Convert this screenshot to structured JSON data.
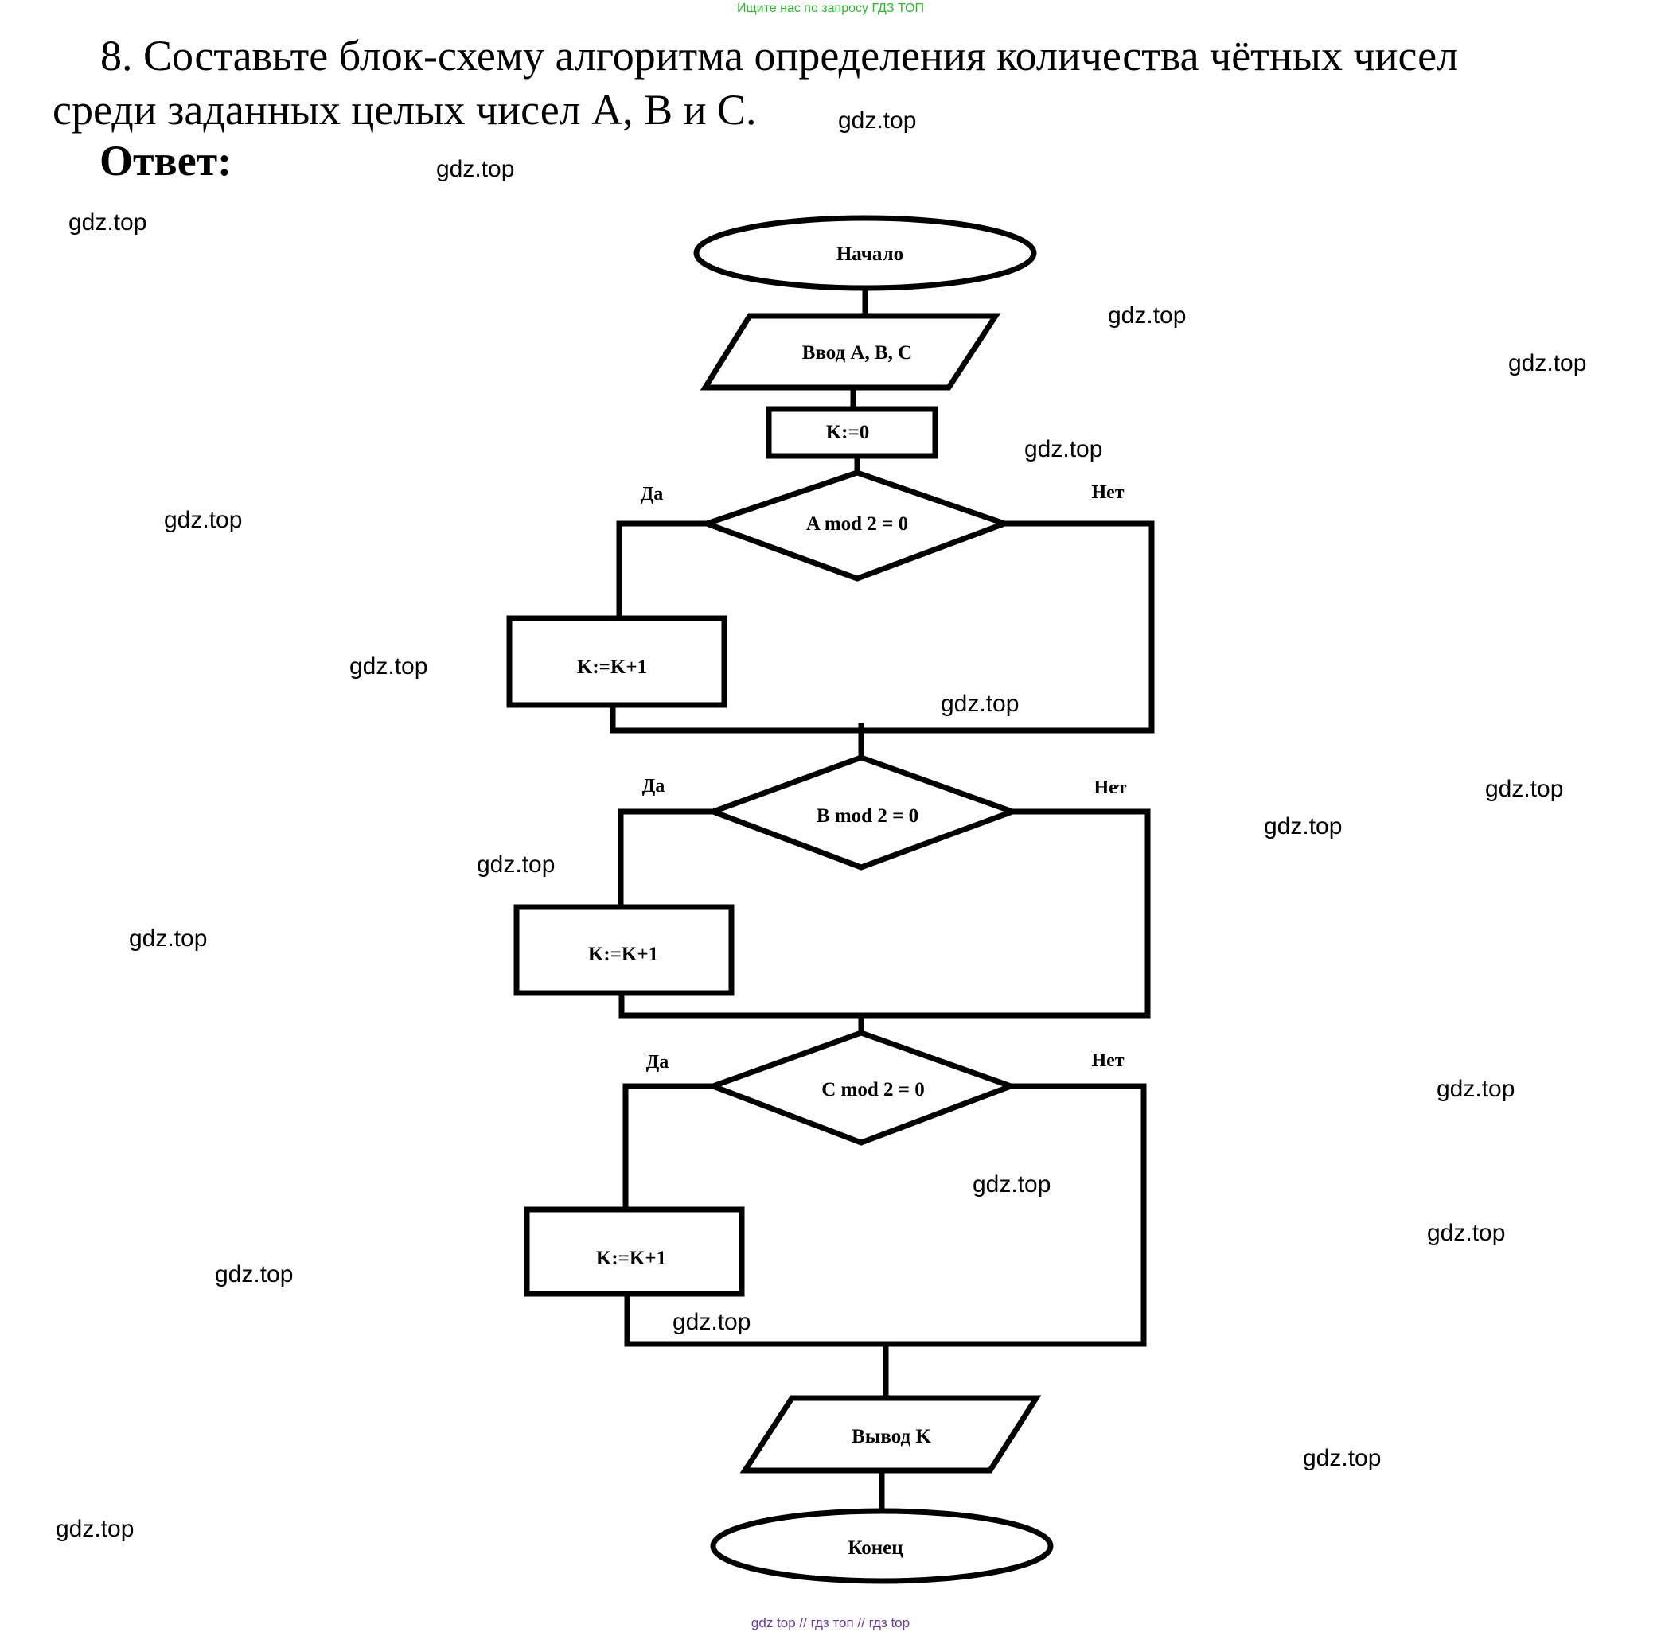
{
  "header": {
    "search_hint": "Ищите нас по запросу ГДЗ ТОП"
  },
  "task": {
    "line1": "8.   Составьте блок-схему алгоритма определения количества чётных чисел",
    "line2": "среди заданных целых чисел A, B и C."
  },
  "answer_label": "Ответ:",
  "watermark": "gdz.top",
  "flowchart": {
    "start": "Начало",
    "input": "Ввод A, B, C",
    "init": "K:=0",
    "cond_a": "A mod 2 = 0",
    "cond_b": "B mod 2 = 0",
    "cond_c": "C mod 2 = 0",
    "inc_a": "K:=K+1",
    "inc_b": "K:=K+1",
    "inc_c": "K:=K+1",
    "yes": "Да",
    "no": "Нет",
    "output": "Вывод K",
    "end": "Конец"
  },
  "footer": {
    "text": "gdz top  //  гдз топ  //  гдз top"
  }
}
